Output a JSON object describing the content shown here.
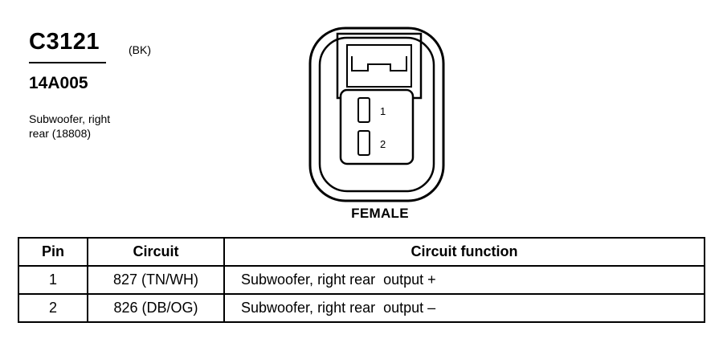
{
  "connector": {
    "id": "C3121",
    "color_code": "(BK)",
    "part_number": "14A005",
    "description_lines": [
      "Subwoofer, right",
      "rear (18808)"
    ],
    "gender": "FEMALE",
    "pin_labels": [
      "1",
      "2"
    ]
  },
  "table": {
    "headers": [
      "Pin",
      "Circuit",
      "Circuit function"
    ],
    "rows": [
      {
        "pin": "1",
        "circuit": "827 (TN/WH)",
        "function": "Subwoofer, right rear  output +"
      },
      {
        "pin": "2",
        "circuit": "826 (DB/OG)",
        "function": "Subwoofer, right rear  output –"
      }
    ]
  }
}
